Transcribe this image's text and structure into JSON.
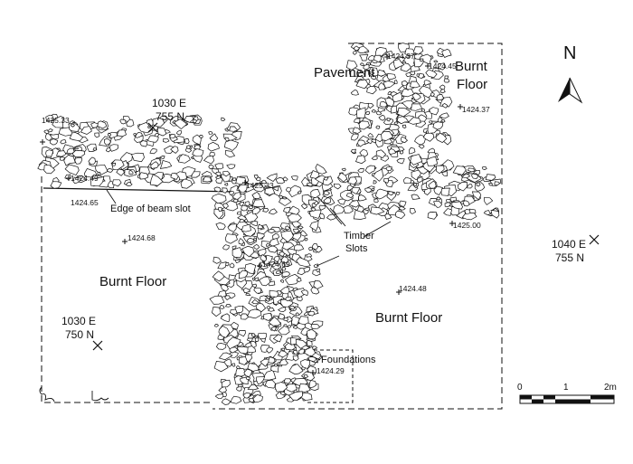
{
  "areas": {
    "pavement": "Pavement",
    "burnt_floor_ne_line1": "Burnt",
    "burnt_floor_ne_line2": "Floor",
    "burnt_floor_w": "Burnt Floor",
    "burnt_floor_se": "Burnt Floor"
  },
  "features": {
    "beam_slot": "Edge of beam slot",
    "timber_slots_line1": "Timber",
    "timber_slots_line2": "Slots",
    "foundations": "Foundations"
  },
  "grid_points": [
    {
      "e": "1030 E",
      "n": "755 N"
    },
    {
      "e": "1030 E",
      "n": "750 N"
    },
    {
      "e": "1040 E",
      "n": "755 N"
    }
  ],
  "elevations": [
    "1424.37",
    "1424.45",
    "1424.37",
    "1425.33",
    "1424.49",
    "1424.65",
    "1425.33",
    "1424.68",
    "1425.00",
    "1424.69",
    "1424.48",
    "1424.29"
  ],
  "north_label": "N",
  "scale": {
    "ticks": [
      "0",
      "1",
      "2m"
    ]
  },
  "colors": {
    "ink": "#111111",
    "stone_fill": "#ffffff"
  }
}
